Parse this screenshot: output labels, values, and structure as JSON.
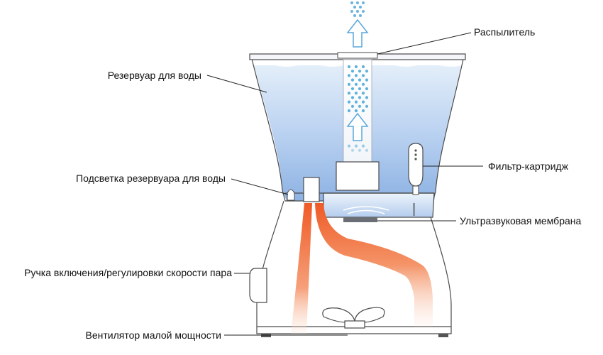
{
  "labels": {
    "sprayer": "Распылитель",
    "water_reservoir": "Резервуар для воды",
    "filter_cartridge": "Фильтр-картридж",
    "reservoir_light": "Подсветка резервуара для воды",
    "ultrasonic_membrane": "Ультразвуковая мембрана",
    "power_knob": "Ручка включения/регулировки скорости пара",
    "fan": "Вентилятор малой мощности"
  },
  "colors": {
    "water_top": "#dce9f7",
    "water_bottom": "#8db2e3",
    "mist_dot": "#4fa8d8",
    "airflow_hot": "#f0632c",
    "airflow_fade": "#fbe3d6",
    "outline": "#4a4a4a",
    "leader": "#222222",
    "arrow": "#5aa7db"
  },
  "icons": {
    "airflow": "airflow-arrow-icon",
    "mist": "mist-dot-icon"
  }
}
